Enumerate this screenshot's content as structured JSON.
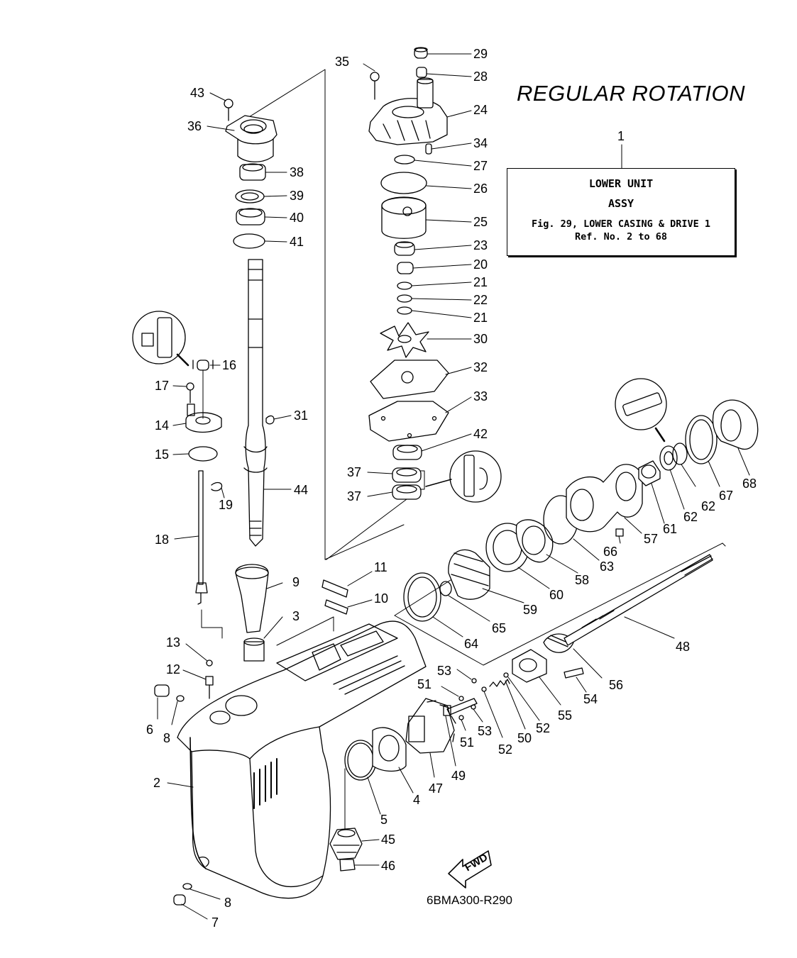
{
  "header": {
    "title": "REGULAR ROTATION"
  },
  "info_box": {
    "ref_number": "1",
    "line1": "LOWER UNIT",
    "line2": "ASSY",
    "line3": "Fig. 29, LOWER CASING & DRIVE 1",
    "line4": "Ref. No. 2 to 68"
  },
  "diagram_code": "6BMA300-R290",
  "fwd_label": "FWD",
  "callouts": {
    "c29": "29",
    "c28": "28",
    "c35": "35",
    "c24": "24",
    "c34": "34",
    "c27": "27",
    "c26": "26",
    "c25": "25",
    "c23": "23",
    "c20": "20",
    "c21a": "21",
    "c22": "22",
    "c21b": "21",
    "c30": "30",
    "c32": "32",
    "c33": "33",
    "c42": "42",
    "c37a": "37",
    "c37b": "37",
    "c43": "43",
    "c36": "36",
    "c38": "38",
    "c39": "39",
    "c40": "40",
    "c41": "41",
    "c16": "16",
    "c17": "17",
    "c14": "14",
    "c15": "15",
    "c31": "31",
    "c19": "19",
    "c44": "44",
    "c18": "18",
    "c11": "11",
    "c9": "9",
    "c10": "10",
    "c3": "3",
    "c13": "13",
    "c12": "12",
    "c6": "6",
    "c8a": "8",
    "c2": "2",
    "c8b": "8",
    "c7": "7",
    "c45": "45",
    "c46": "46",
    "c5": "5",
    "c4": "4",
    "c47": "47",
    "c49": "49",
    "c51a": "51",
    "c53a": "53",
    "c51b": "51",
    "c53b": "53",
    "c52a": "52",
    "c50": "50",
    "c52b": "52",
    "c55": "55",
    "c54": "54",
    "c56": "56",
    "c48": "48",
    "c64": "64",
    "c65": "65",
    "c59": "59",
    "c60": "60",
    "c58": "58",
    "c63": "63",
    "c66": "66",
    "c57": "57",
    "c61": "61",
    "c62a": "62",
    "c62b": "62",
    "c67": "67",
    "c68": "68"
  }
}
